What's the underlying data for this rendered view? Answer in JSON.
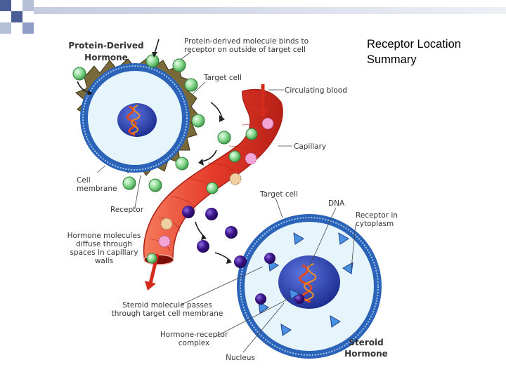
{
  "slide": {
    "title_line1": "Receptor Location",
    "title_line2": "Summary"
  },
  "diagram": {
    "protein_hormone_line1": "Protein-Derived",
    "protein_hormone_line2": "Hormone",
    "binds_line1": "Protein-derived molecule binds to",
    "binds_line2": "receptor on outside of target cell",
    "target_cell_top": "Target cell",
    "circulating_blood": "Circulating blood",
    "capillary": "Capillary",
    "cell_membrane_line1": "Cell",
    "cell_membrane_line2": "membrane",
    "receptor": "Receptor",
    "target_cell_bottom": "Target cell",
    "dna": "DNA",
    "receptor_cyto_line1": "Receptor in",
    "receptor_cyto_line2": "cytoplasm",
    "diffuse_line1": "Hormone molecules",
    "diffuse_line2": "diffuse through",
    "diffuse_line3": "spaces in capillary",
    "diffuse_line4": "walls",
    "steroid_passes_line1": "Steroid molecule passes",
    "steroid_passes_line2": "through target cell membrane",
    "complex_line1": "Hormone-receptor",
    "complex_line2": "complex",
    "nucleus": "Nucleus",
    "steroid_hormone_line1": "Steroid",
    "steroid_hormone_line2": "Hormone"
  },
  "colors": {
    "corner_blue_dark": "#4a5e96",
    "corner_blue_light": "#b6bfd8",
    "cell_membrane": "#2b63b8",
    "cell_fill": "#e6f4fb",
    "nucleus": "#2a3fae",
    "capillary_red": "#e53b2a",
    "arrow_red": "#d42b1c",
    "protein_green": "#7fd38a",
    "steroid_purple": "#3d168a",
    "receptor_tan": "#7a6a3a"
  }
}
